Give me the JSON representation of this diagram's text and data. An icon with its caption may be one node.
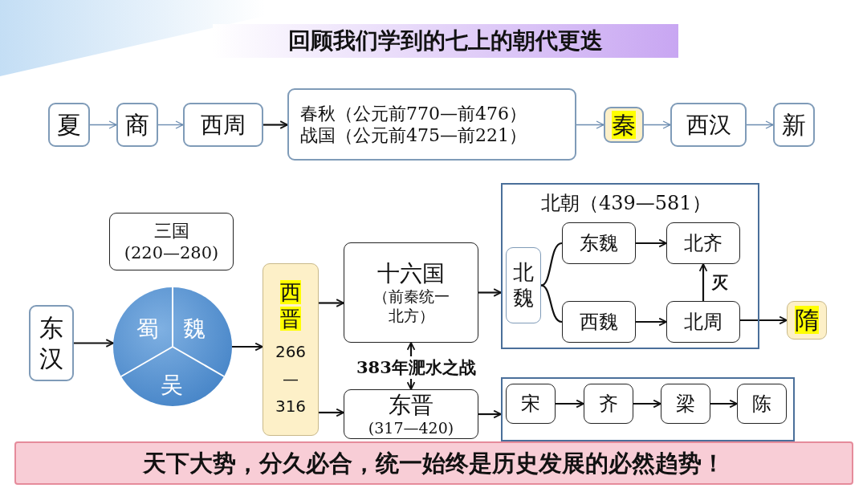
{
  "diagram": {
    "title": "回顾我们学到的七上的朝代更迭",
    "nodes": [
      {
        "text": [
          "夏"
        ]
      },
      {
        "text": [
          "商"
        ]
      },
      {
        "text": [
          "西周"
        ]
      },
      {
        "text": [
          "春秋（公元前770—前476）",
          "战国（公元前475—前221）"
        ]
      },
      {
        "text": [
          "秦"
        ]
      },
      {
        "text": [
          "西汉"
        ]
      },
      {
        "text": [
          "新"
        ]
      },
      {
        "text": [
          "东汉"
        ]
      },
      {
        "text": [
          "三国",
          "(220—280)"
        ]
      },
      {
        "text": [
          "蜀",
          "魏",
          "吴"
        ]
      },
      {
        "text": [
          "西晋",
          "266—316"
        ]
      },
      {
        "text": [
          "北朝（439—581）"
        ]
      },
      {
        "text": [
          "十六国",
          "（前秦统一北方）"
        ]
      },
      {
        "text": [
          "北魏"
        ],
        "in": 11
      },
      {
        "text": [
          "东魏"
        ],
        "in": 11
      },
      {
        "text": [
          "北齐"
        ],
        "in": 11
      },
      {
        "text": [
          "西魏"
        ],
        "in": 11
      },
      {
        "text": [
          "北周"
        ],
        "in": 11
      },
      {
        "text": [
          "隋"
        ]
      },
      {
        "text": [
          "东晋",
          "(317—420)"
        ]
      },
      {
        "text": [],
        "shape": "box"
      },
      {
        "text": [
          "宋"
        ],
        "in": 20
      },
      {
        "text": [
          "齐"
        ],
        "in": 20
      },
      {
        "text": [
          "梁"
        ],
        "in": 20
      },
      {
        "text": [
          "陈"
        ],
        "in": 20
      },
      {
        "text": [
          "天下大势，分久必合，统一始终是历史发展的必然趋势！"
        ]
      }
    ],
    "edges": [
      {
        "from": 0,
        "to": 1,
        "arrow": "to",
        "color": "#6b8cb0"
      },
      {
        "from": 1,
        "to": 2,
        "arrow": "to",
        "color": "#6b8cb0"
      },
      {
        "from": 2,
        "to": 3,
        "arrow": "to"
      },
      {
        "from": 3,
        "to": 4,
        "arrow": "to",
        "color": "#6b8cb0"
      },
      {
        "from": 4,
        "to": 5,
        "arrow": "to",
        "color": "#6b8cb0"
      },
      {
        "from": 5,
        "to": 6,
        "arrow": "to",
        "color": "#6b8cb0"
      },
      {
        "from": 7,
        "to": 9,
        "arrow": "to"
      },
      {
        "from": 9,
        "to": 10,
        "arrow": "to"
      },
      {
        "from": 10,
        "to": 12,
        "arrow": "to"
      },
      {
        "from": 10,
        "to": 19,
        "arrow": "to"
      },
      {
        "from": 12,
        "to": 19,
        "arrow": "both",
        "label": "383年淝水之战"
      },
      {
        "from": 12,
        "to": 11,
        "arrow": "to"
      },
      {
        "from": 13,
        "to": 14,
        "arrow": "none"
      },
      {
        "from": 13,
        "to": 16,
        "arrow": "none"
      },
      {
        "from": 14,
        "to": 15,
        "arrow": "to"
      },
      {
        "from": 16,
        "to": 17,
        "arrow": "to"
      },
      {
        "from": 17,
        "to": 15,
        "arrow": "to",
        "label": "灭"
      },
      {
        "from": 17,
        "to": 18,
        "arrow": "to"
      },
      {
        "from": 19,
        "to": 20,
        "arrow": "to"
      },
      {
        "from": 21,
        "to": 22,
        "arrow": "to"
      },
      {
        "from": 22,
        "to": 23,
        "arrow": "to"
      },
      {
        "from": 23,
        "to": 24,
        "arrow": "to"
      }
    ]
  }
}
